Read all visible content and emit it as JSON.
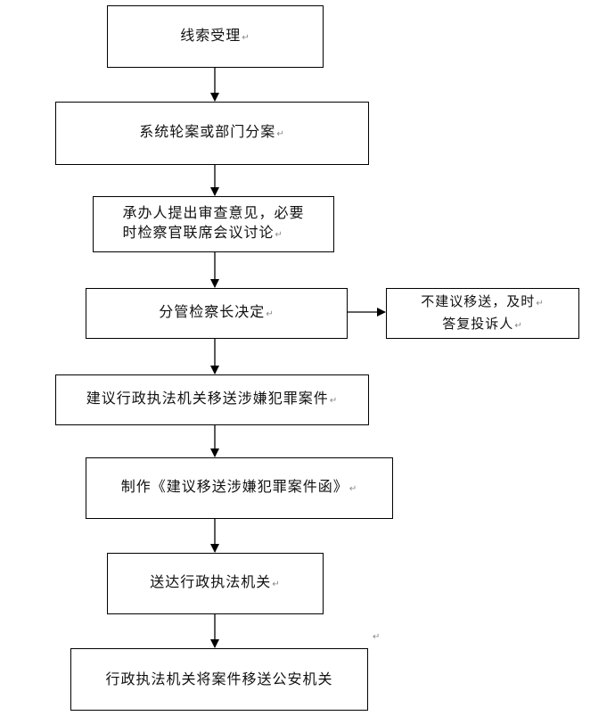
{
  "flowchart": {
    "para_mark": "↵",
    "steps": [
      {
        "text": "线索受理"
      },
      {
        "text": "系统轮案或部门分案"
      },
      {
        "line1": "承办人提出审查意见，必要",
        "line2": "时检察官联席会议讨论"
      },
      {
        "text": "分管检察长决定"
      },
      {
        "line1": "不建议移送，及时",
        "line2": "答复投诉人"
      },
      {
        "text": "建议行政执法机关移送涉嫌犯罪案件"
      },
      {
        "text": "制作《建议移送涉嫌犯罪案件函》"
      },
      {
        "text": "送达行政执法机关"
      },
      {
        "text": "行政执法机关将案件移送公安机关"
      }
    ]
  }
}
